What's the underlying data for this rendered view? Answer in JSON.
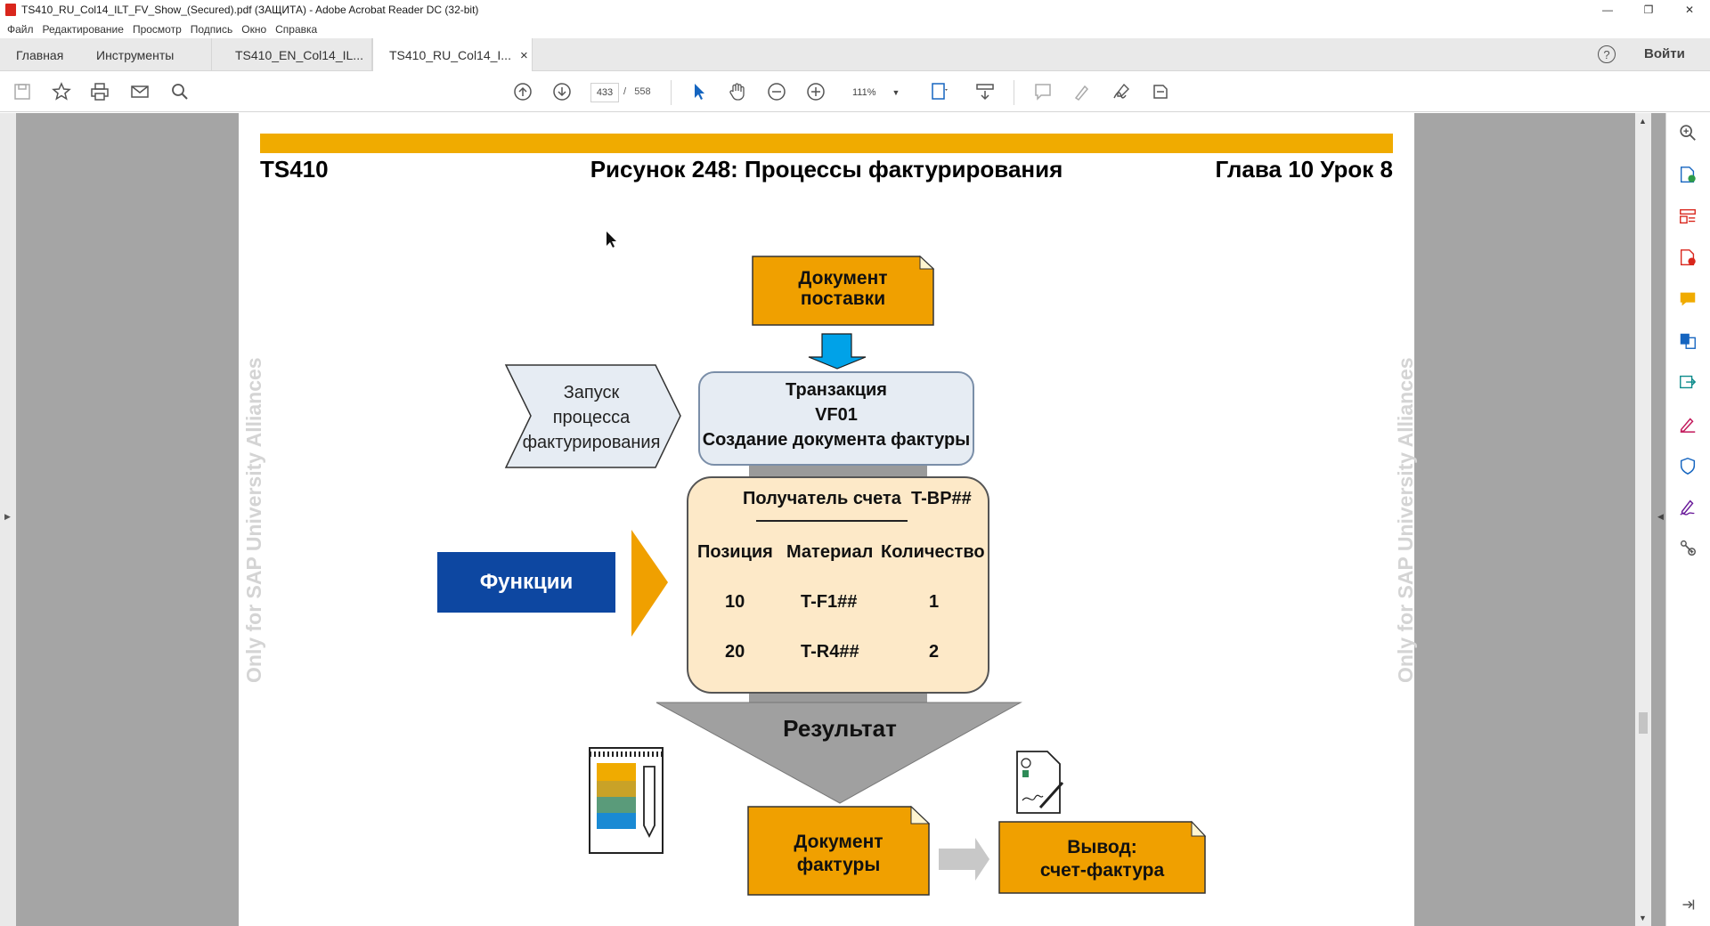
{
  "window": {
    "title": "TS410_RU_Col14_ILT_FV_Show_(Secured).pdf (ЗАЩИТА) - Adobe Acrobat Reader DC (32-bit)"
  },
  "menu": [
    "Файл",
    "Редактирование",
    "Просмотр",
    "Подпись",
    "Окно",
    "Справка"
  ],
  "tabs": {
    "home": "Главная",
    "tools": "Инструменты",
    "doc1": "TS410_EN_Col14_IL...",
    "doc2": "TS410_RU_Col14_I...",
    "close": "×"
  },
  "header_right": {
    "login": "Войти",
    "help": "?"
  },
  "toolbar": {
    "page_current": "433",
    "page_sep": "/",
    "page_total": "558",
    "zoom": "111%"
  },
  "slide": {
    "course": "TS410",
    "title": "Рисунок 248: Процессы фактурирования",
    "chapter": "Глава 10 Урок 8",
    "watermark": "Only for SAP University Alliances",
    "delivery_doc": [
      "Документ",
      "поставки"
    ],
    "start_process": [
      "Запуск",
      "процесса",
      "фактурирования"
    ],
    "transaction": [
      "Транзакция",
      "VF01",
      "Создание документа фактуры"
    ],
    "functions": "Функции",
    "payer_label": "Получатель счета",
    "payer_value": "T-BP##",
    "columns": [
      "Позиция",
      "Материал",
      "Количество"
    ],
    "rows": [
      [
        "10",
        "T-F1##",
        "1"
      ],
      [
        "20",
        "T-R4##",
        "2"
      ]
    ],
    "result": "Результат",
    "invoice_doc": [
      "Документ",
      "фактуры"
    ],
    "output": [
      "Вывод:",
      "счет-фактура"
    ]
  },
  "colors": {
    "accent": "#f0ab00",
    "functions_blue": "#0d47a1",
    "doc_orange": "#f0a000",
    "arrow_blue": "#00a2e8"
  }
}
